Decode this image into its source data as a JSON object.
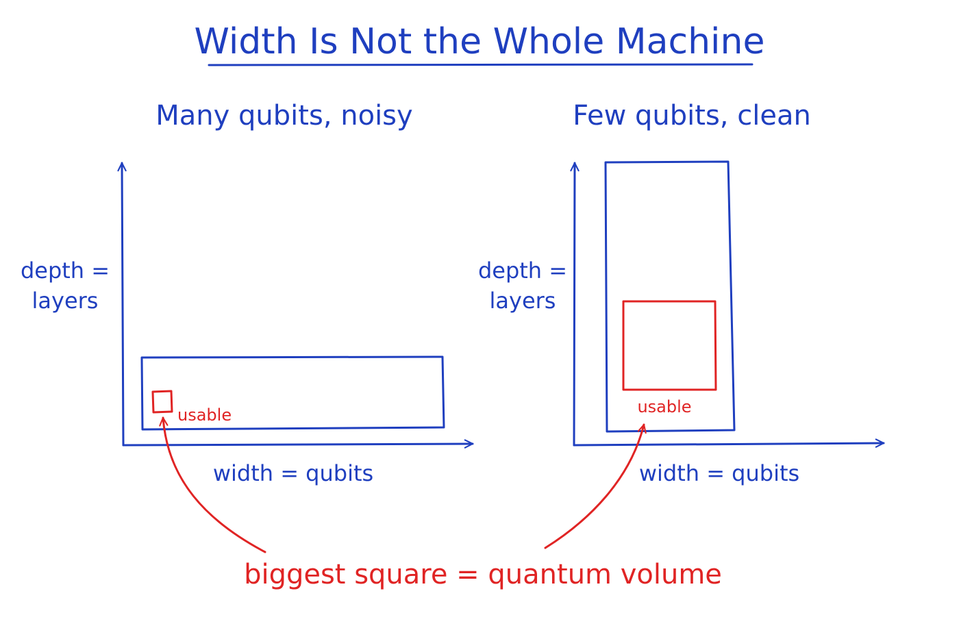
{
  "title": "Width Is Not the Whole Machine",
  "colors": {
    "ink_blue": "#1f3fbf",
    "ink_red": "#e02424",
    "background": "#ffffff"
  },
  "panels": [
    {
      "heading": "Many qubits, noisy",
      "y_axis_label_line1": "depth =",
      "y_axis_label_line2": "layers",
      "x_axis_label": "width = qubits",
      "usable_label": "usable"
    },
    {
      "heading": "Few qubits, clean",
      "y_axis_label_line1": "depth =",
      "y_axis_label_line2": "layers",
      "x_axis_label": "width = qubits",
      "usable_label": "usable"
    }
  ],
  "callout": "biggest square = quantum volume"
}
